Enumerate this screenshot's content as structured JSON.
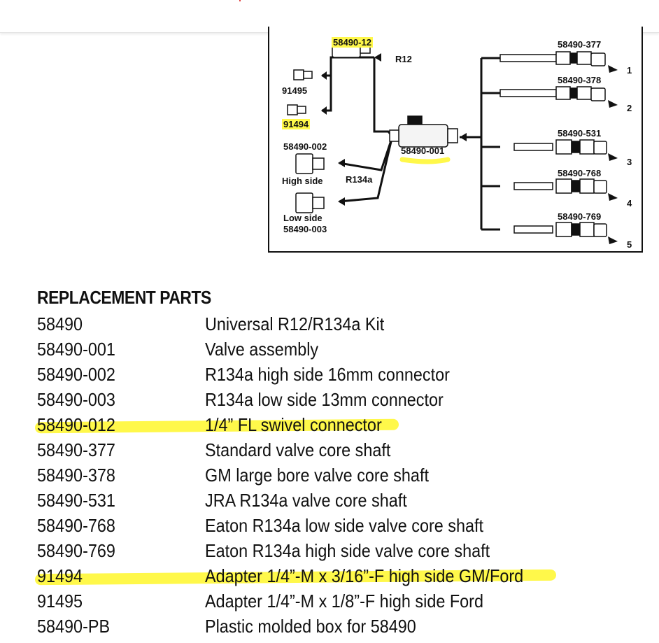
{
  "diagram": {
    "labels": {
      "p58490_12": "58490-12",
      "r12": "R12",
      "p91495": "91495",
      "p91494": "91494",
      "p58490_002": "58490-002",
      "high_side": "High side",
      "r134a": "R134a",
      "low_side": "Low side",
      "p58490_003": "58490-003",
      "p58490_001": "58490-001",
      "p58490_377": "58490-377",
      "p58490_378": "58490-378",
      "p58490_531": "58490-531",
      "p58490_768": "58490-768",
      "p58490_769": "58490-769",
      "n1": "1",
      "n2": "2",
      "n3": "3",
      "n4": "4",
      "n5": "5"
    },
    "highlight_color": "#fff84a"
  },
  "parts": {
    "heading": "REPLACEMENT PARTS",
    "rows": [
      {
        "no": "58490",
        "desc": "Universal R12/R134a Kit",
        "highlighted": false
      },
      {
        "no": "58490-001",
        "desc": "Valve assembly",
        "highlighted": false
      },
      {
        "no": "58490-002",
        "desc": "R134a high side 16mm connector",
        "highlighted": false
      },
      {
        "no": "58490-003",
        "desc": "R134a low side 13mm connector",
        "highlighted": false
      },
      {
        "no": "58490-012",
        "desc": "1/4” FL swivel connector",
        "highlighted": true
      },
      {
        "no": "58490-377",
        "desc": "Standard valve core shaft",
        "highlighted": false
      },
      {
        "no": "58490-378",
        "desc": "GM large bore valve core shaft",
        "highlighted": false
      },
      {
        "no": "58490-531",
        "desc": "JRA R134a valve core shaft",
        "highlighted": false
      },
      {
        "no": "58490-768",
        "desc": "Eaton R134a low side valve core shaft",
        "highlighted": false
      },
      {
        "no": "58490-769",
        "desc": "Eaton R134a high side valve core shaft",
        "highlighted": false
      },
      {
        "no": "91494",
        "desc": "Adapter 1/4”-M x 3/16”-F high side GM/Ford",
        "highlighted": true
      },
      {
        "no": "91495",
        "desc": "Adapter 1/4”-M x 1/8”-F high side Ford",
        "highlighted": false
      },
      {
        "no": "58490-PB",
        "desc": "Plastic molded box for 58490",
        "highlighted": false
      }
    ]
  }
}
